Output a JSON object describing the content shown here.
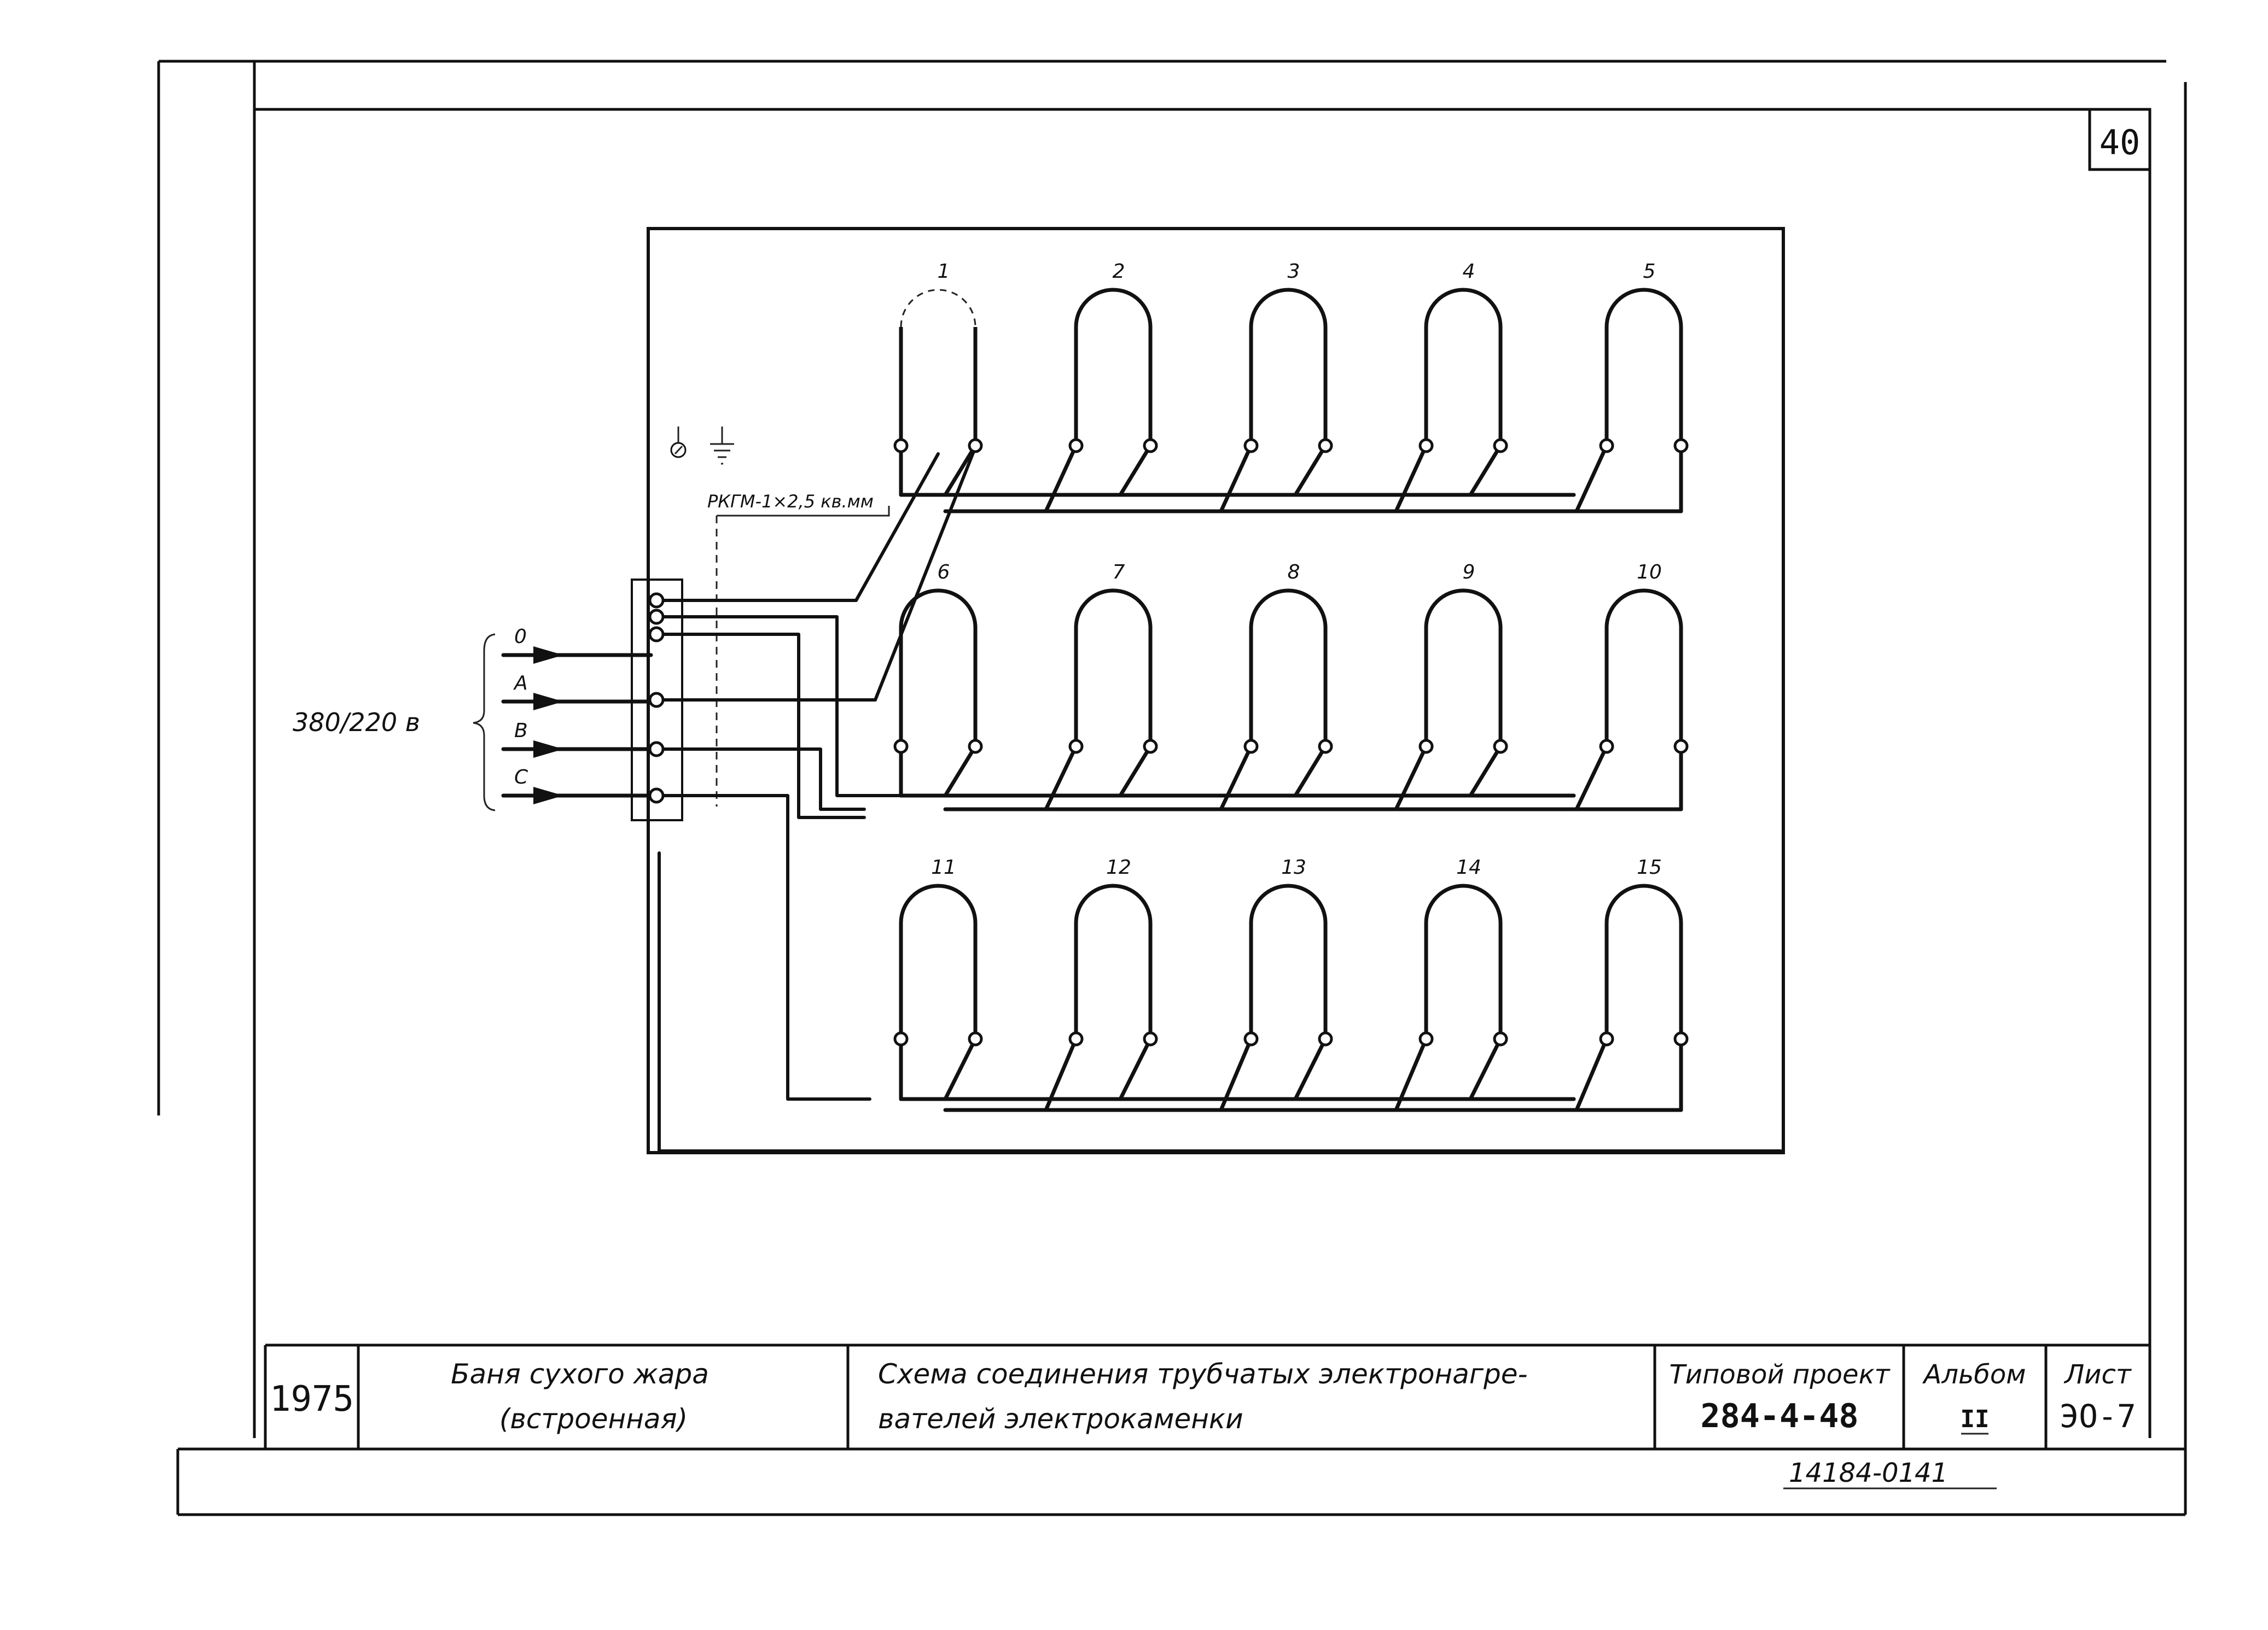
{
  "sheet_number_corner": "40",
  "supply_voltage": "380/220 в",
  "cable_label": "РКГМ-1×2,5 кв.мм",
  "phases": [
    "0",
    "A",
    "B",
    "C"
  ],
  "elements": [
    "1",
    "2",
    "3",
    "4",
    "5",
    "6",
    "7",
    "8",
    "9",
    "10",
    "11",
    "12",
    "13",
    "14",
    "15"
  ],
  "title_block": {
    "year": "1975",
    "object_line1": "Баня сухого жара",
    "object_line2": "(встроенная)",
    "drawing_title_line1": "Схема соединения трубчатых электронагре-",
    "drawing_title_line2": "вателей электрокаменки",
    "project_label": "Типовой проект",
    "project_number": "284-4-48",
    "album_label": "Альбом",
    "album_number": "II",
    "sheet_label": "Лист",
    "sheet_number": "ЭО-7"
  },
  "archive_number": "14184-01",
  "archive_sheet": "41"
}
